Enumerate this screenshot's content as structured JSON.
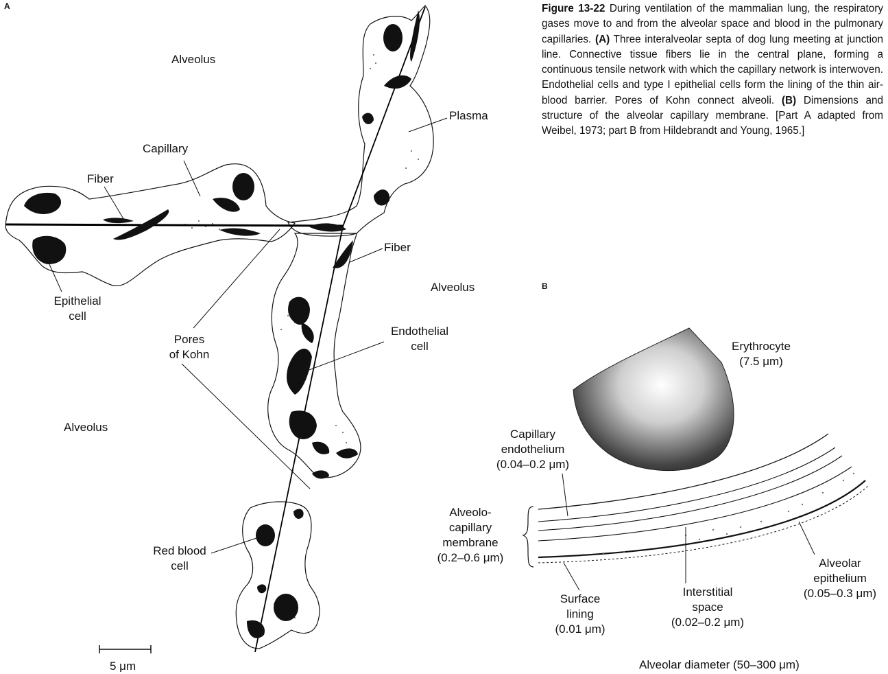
{
  "panel_a": {
    "letter": "A",
    "labels": {
      "alveolus_top": "Alveolus",
      "alveolus_right": "Alveolus",
      "alveolus_left": "Alveolus",
      "capillary": "Capillary",
      "fiber_left": "Fiber",
      "fiber_right": "Fiber",
      "plasma": "Plasma",
      "epithelial_cell": [
        "Epithelial",
        "cell"
      ],
      "pores_of_kohn": [
        "Pores",
        "of Kohn"
      ],
      "endothelial_cell": [
        "Endothelial",
        "cell"
      ],
      "red_blood_cell": [
        "Red blood",
        "cell"
      ]
    },
    "scale_bar": "5 μm"
  },
  "panel_b": {
    "letter": "B",
    "labels": {
      "erythrocyte": [
        "Erythrocyte",
        "(7.5 μm)"
      ],
      "capillary_endothelium": [
        "Capillary",
        "endothelium",
        "(0.04–0.2 μm)"
      ],
      "alveolo_capillary_membrane": [
        "Alveolo-",
        "capillary",
        "membrane",
        "(0.2–0.6 μm)"
      ],
      "surface_lining": [
        "Surface",
        "lining",
        "(0.01 μm)"
      ],
      "interstitial_space": [
        "Interstitial",
        "space",
        "(0.02–0.2 μm)"
      ],
      "alveolar_epithelium": [
        "Alveolar",
        "epithelium",
        "(0.05–0.3 μm)"
      ],
      "alveolar_diameter": "Alveolar diameter (50–300 μm)"
    }
  },
  "caption": {
    "figure_label": "Figure 13-22",
    "intro": "During ventilation of the mammalian lung, the respiratory gases move to and from the alveolar space and blood in the pulmonary capillaries.",
    "a_label": "(A)",
    "a_text": "Three interalveolar septa of dog lung meeting at junction line. Connective tissue fibers lie in the central plane, forming a continuous tensile network with which the capillary network is interwoven. Endothelial cells and type I epithelial cells form the lining of the thin air-blood barrier. Pores of Kohn connect alveoli.",
    "b_label": "(B)",
    "b_text": "Dimensions and structure of the alveolar capillary membrane. [Part A adapted from Weibel, 1973; part B from Hildebrandt and Young, 1965.]"
  }
}
